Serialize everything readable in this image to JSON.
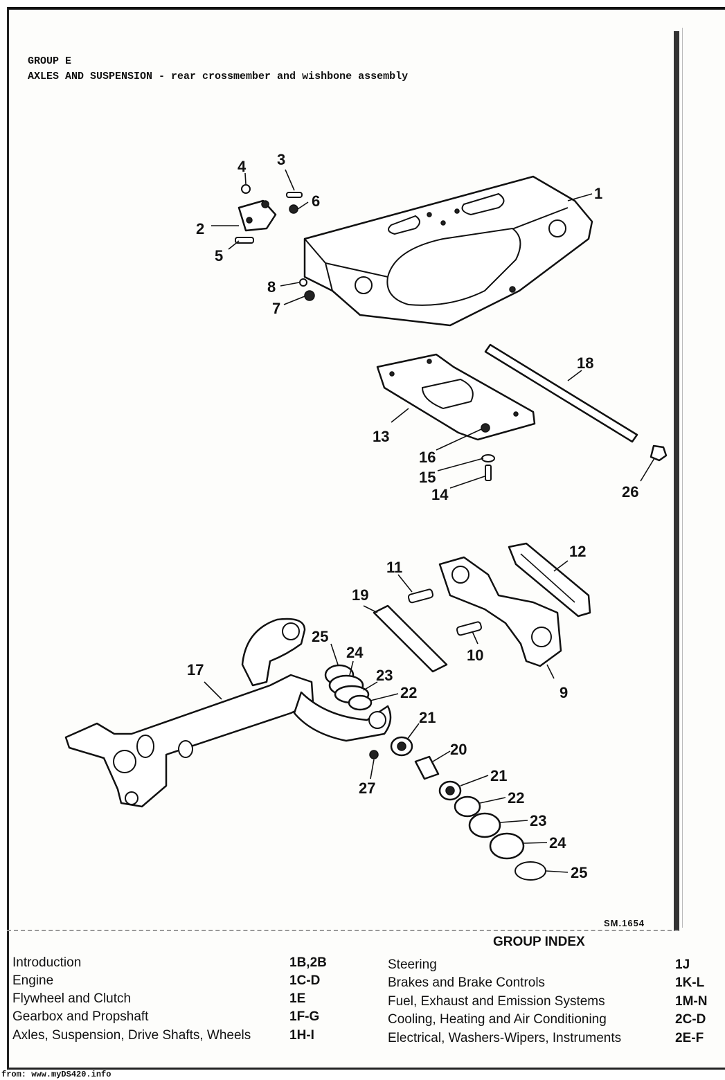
{
  "header": {
    "group": "GROUP E",
    "title": "AXLES AND SUSPENSION - rear crossmember and wishbone assembly"
  },
  "diagram": {
    "callouts": [
      "1",
      "2",
      "3",
      "4",
      "5",
      "6",
      "7",
      "8",
      "13",
      "14",
      "15",
      "16",
      "18",
      "26",
      "9",
      "10",
      "11",
      "12",
      "17",
      "19",
      "20",
      "21",
      "22",
      "23",
      "24",
      "25",
      "27"
    ],
    "callouts_second_set": [
      "21",
      "22",
      "23",
      "24",
      "25"
    ],
    "drawing_ref": "SM.1654"
  },
  "group_index": {
    "title": "GROUP INDEX",
    "left_column": [
      {
        "label": "Introduction",
        "code": "1B,2B"
      },
      {
        "label": "Engine",
        "code": "1C-D"
      },
      {
        "label": "Flywheel and Clutch",
        "code": "1E"
      },
      {
        "label": "Gearbox and Propshaft",
        "code": "1F-G"
      },
      {
        "label": "Axles, Suspension, Drive Shafts, Wheels",
        "code": "1H-I"
      }
    ],
    "right_column": [
      {
        "label": "Steering",
        "code": "1J"
      },
      {
        "label": "Brakes and Brake Controls",
        "code": "1K-L"
      },
      {
        "label": "Fuel, Exhaust and Emission Systems",
        "code": "1M-N"
      },
      {
        "label": "Cooling, Heating and Air Conditioning",
        "code": "2C-D"
      },
      {
        "label": "Electrical, Washers-Wipers, Instruments",
        "code": "2E-F"
      }
    ]
  },
  "footer": {
    "source": "from: www.myDS420.info"
  }
}
